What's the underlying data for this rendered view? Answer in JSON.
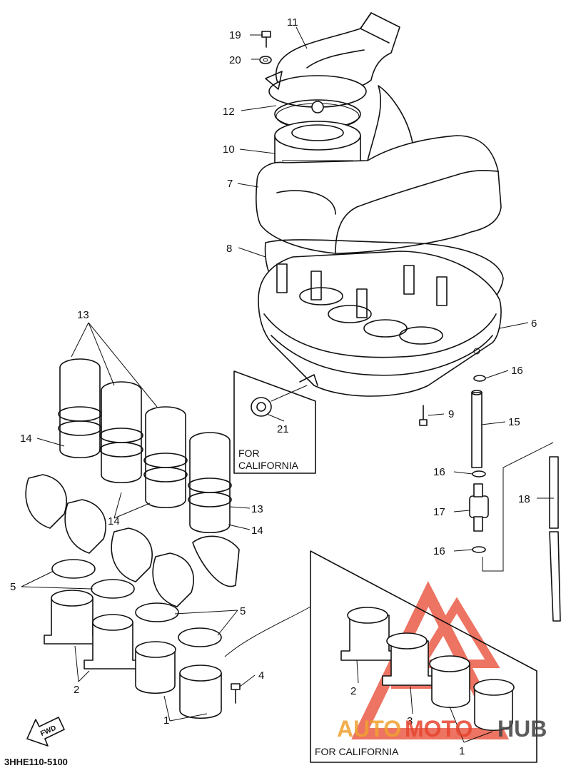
{
  "diagram": {
    "code": "3HHE110-5100",
    "fwd_label": "FWD",
    "box_california_small": "FOR\nCALIFORNIA",
    "box_california_large": "FOR CALIFORNIA",
    "labels": {
      "n1a": "1",
      "n1b": "1",
      "n2a": "2",
      "n2b": "2",
      "n3": "3",
      "n4": "4",
      "n5a": "5",
      "n5b": "5",
      "n6": "6",
      "n7": "7",
      "n8": "8",
      "n9": "9",
      "n10": "10",
      "n11": "11",
      "n12": "12",
      "n13a": "13",
      "n13b": "13",
      "n14a": "14",
      "n14b": "14",
      "n14c": "14",
      "n15": "15",
      "n16a": "16",
      "n16b": "16",
      "n16c": "16",
      "n17": "17",
      "n18": "18",
      "n19": "19",
      "n20": "20",
      "n21": "21"
    }
  },
  "watermark": {
    "auto": "AUTO",
    "moto": "MOTO",
    "hub": "HUB",
    "colors": {
      "triangle": "#e7452e",
      "auto": "#f0a030",
      "hub": "#404040"
    }
  }
}
